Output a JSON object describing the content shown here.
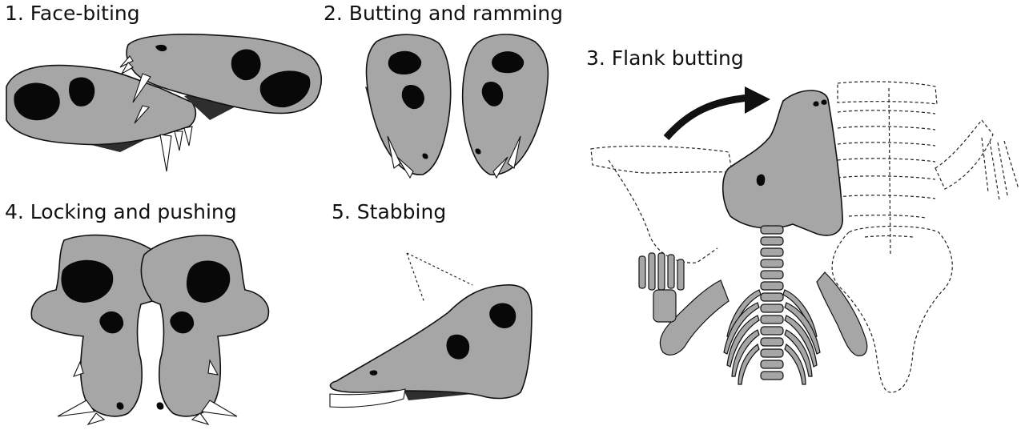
{
  "panels": [
    {
      "id": "face-biting",
      "label": "1. Face-biting"
    },
    {
      "id": "butting-ramming",
      "label": "2. Butting and ramming"
    },
    {
      "id": "flank-butting",
      "label": "3. Flank butting"
    },
    {
      "id": "locking-pushing",
      "label": "4. Locking and pushing"
    },
    {
      "id": "stabbing",
      "label": "5. Stabbing"
    }
  ],
  "colors": {
    "skull": "#a6a6a6",
    "opening": "#080808",
    "jaw": "#2e2e2e",
    "outline": "#111111"
  }
}
